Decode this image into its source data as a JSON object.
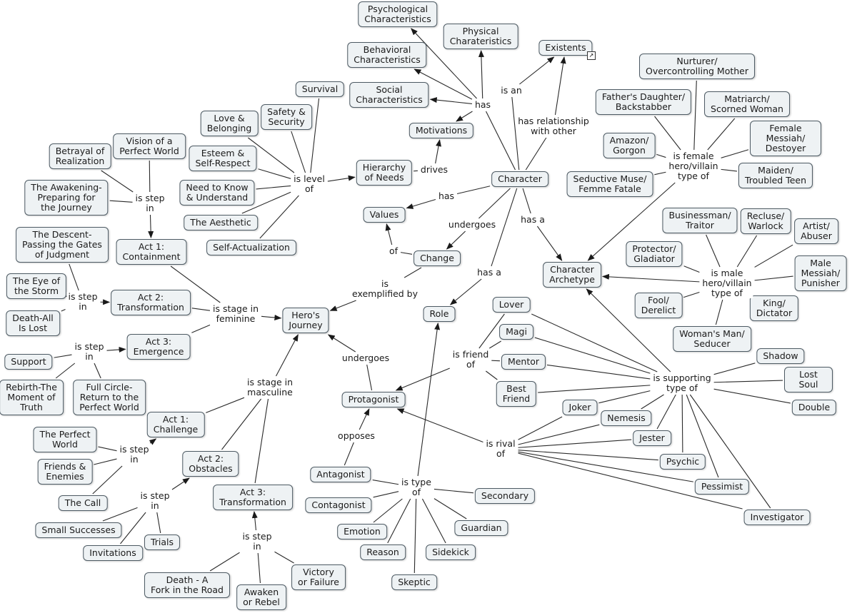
{
  "concepts": [
    {
      "id": "psych",
      "text": "Psychological\nCharacteristics"
    },
    {
      "id": "phys",
      "text": "Physical\nCharateristics"
    },
    {
      "id": "exist",
      "text": "Existents"
    },
    {
      "id": "behav",
      "text": "Behavioral\nCharacteristics"
    },
    {
      "id": "social",
      "text": "Social\nCharacteristics"
    },
    {
      "id": "motiv",
      "text": "Motivations"
    },
    {
      "id": "surv",
      "text": "Survival"
    },
    {
      "id": "love",
      "text": "Love &\nBelonging"
    },
    {
      "id": "safety",
      "text": "Safety &\nSecurity"
    },
    {
      "id": "esteem",
      "text": "Esteem &\nSelf-Respect"
    },
    {
      "id": "need",
      "text": "Need to Know\n& Understand"
    },
    {
      "id": "aesth",
      "text": "The Aesthetic"
    },
    {
      "id": "selfact",
      "text": "Self-Actualization"
    },
    {
      "id": "hier",
      "text": "Hierarchy\nof Needs"
    },
    {
      "id": "char",
      "text": "Character"
    },
    {
      "id": "values",
      "text": "Values"
    },
    {
      "id": "change",
      "text": "Change"
    },
    {
      "id": "role",
      "text": "Role"
    },
    {
      "id": "archetype",
      "text": "Character\nArchetype"
    },
    {
      "id": "nurturer",
      "text": "Nurturer/\nOvercontrolling Mother"
    },
    {
      "id": "fdaughter",
      "text": "Father's Daughter/\nBackstabber"
    },
    {
      "id": "matriarch",
      "text": "Matriarch/\nScorned Woman"
    },
    {
      "id": "amazon",
      "text": "Amazon/\nGorgon"
    },
    {
      "id": "fmessiah",
      "text": "Female Messiah/\nDestoyer"
    },
    {
      "id": "seductive",
      "text": "Seductive Muse/\nFemme Fatale"
    },
    {
      "id": "maiden",
      "text": "Maiden/\nTroubled Teen"
    },
    {
      "id": "business",
      "text": "Businessman/\nTraitor"
    },
    {
      "id": "recluse",
      "text": "Recluse/\nWarlock"
    },
    {
      "id": "artist",
      "text": "Artist/\nAbuser"
    },
    {
      "id": "protector",
      "text": "Protector/\nGladiator"
    },
    {
      "id": "mmessiah",
      "text": "Male Messiah/\nPunisher"
    },
    {
      "id": "fool",
      "text": "Fool/\nDerelict"
    },
    {
      "id": "king",
      "text": "King/\nDictator"
    },
    {
      "id": "womansman",
      "text": "Woman's Man/\nSeducer"
    },
    {
      "id": "vision",
      "text": "Vision of a\nPerfect World"
    },
    {
      "id": "betrayal",
      "text": "Betrayal of\nRealization"
    },
    {
      "id": "awakening",
      "text": "The Awakening-\nPreparing for\nthe Journey"
    },
    {
      "id": "act1c",
      "text": "Act 1:\nContainment"
    },
    {
      "id": "descent",
      "text": "The Descent-\nPassing the Gates\nof Judgment"
    },
    {
      "id": "eye",
      "text": "The Eye of\nthe Storm"
    },
    {
      "id": "act2t",
      "text": "Act 2:\nTransformation"
    },
    {
      "id": "deathall",
      "text": "Death-All\nIs Lost"
    },
    {
      "id": "act3e",
      "text": "Act 3:\nEmergence"
    },
    {
      "id": "support",
      "text": "Support"
    },
    {
      "id": "rebirth",
      "text": "Rebirth-The\nMoment of\nTruth"
    },
    {
      "id": "fullcircle",
      "text": "Full Circle-\nReturn to the\nPerfect World"
    },
    {
      "id": "hero",
      "text": "Hero's\nJourney"
    },
    {
      "id": "lover",
      "text": "Lover"
    },
    {
      "id": "magi",
      "text": "Magi"
    },
    {
      "id": "mentor",
      "text": "Mentor"
    },
    {
      "id": "bestfriend",
      "text": "Best\nFriend"
    },
    {
      "id": "shadow",
      "text": "Shadow"
    },
    {
      "id": "lostsoul",
      "text": "Lost Soul"
    },
    {
      "id": "double",
      "text": "Double"
    },
    {
      "id": "joker",
      "text": "Joker"
    },
    {
      "id": "nemesis",
      "text": "Nemesis"
    },
    {
      "id": "jester",
      "text": "Jester"
    },
    {
      "id": "psychic",
      "text": "Psychic"
    },
    {
      "id": "pessimist",
      "text": "Pessimist"
    },
    {
      "id": "investigator",
      "text": "Investigator"
    },
    {
      "id": "protag",
      "text": "Protagonist"
    },
    {
      "id": "act1ch",
      "text": "Act 1:\nChallenge"
    },
    {
      "id": "perfworld",
      "text": "The Perfect\nWorld"
    },
    {
      "id": "friends",
      "text": "Friends &\nEnemies"
    },
    {
      "id": "call",
      "text": "The Call"
    },
    {
      "id": "act2o",
      "text": "Act 2:\nObstacles"
    },
    {
      "id": "act3t",
      "text": "Act 3:\nTransformation"
    },
    {
      "id": "smallsucc",
      "text": "Small Successes"
    },
    {
      "id": "invitations",
      "text": "Invitations"
    },
    {
      "id": "trials",
      "text": "Trials"
    },
    {
      "id": "deathfork",
      "text": "Death - A\nFork in the Road"
    },
    {
      "id": "awaken",
      "text": "Awaken\nor Rebel"
    },
    {
      "id": "victory",
      "text": "Victory\nor Failure"
    },
    {
      "id": "antag",
      "text": "Antagonist"
    },
    {
      "id": "contag",
      "text": "Contagonist"
    },
    {
      "id": "emotion",
      "text": "Emotion"
    },
    {
      "id": "reason",
      "text": "Reason"
    },
    {
      "id": "skeptic",
      "text": "Skeptic"
    },
    {
      "id": "sidekick",
      "text": "Sidekick"
    },
    {
      "id": "guardian",
      "text": "Guardian"
    },
    {
      "id": "secondary",
      "text": "Secondary"
    }
  ],
  "linking_phrases": [
    {
      "id": "has1",
      "text": "has"
    },
    {
      "id": "isan",
      "text": "is an"
    },
    {
      "id": "hasrel",
      "text": "has relationship\nwith other"
    },
    {
      "id": "islevel",
      "text": "is level\nof"
    },
    {
      "id": "drives",
      "text": "drives"
    },
    {
      "id": "has2",
      "text": "has"
    },
    {
      "id": "undergoes1",
      "text": "undergoes"
    },
    {
      "id": "hasa1",
      "text": "has a"
    },
    {
      "id": "of1",
      "text": "of"
    },
    {
      "id": "exemplified",
      "text": "is\nexemplified by"
    },
    {
      "id": "hasa2",
      "text": "has a"
    },
    {
      "id": "femtype",
      "text": "is female\nhero/villain\ntype of"
    },
    {
      "id": "maletype",
      "text": "is male\nhero/villain\ntype of"
    },
    {
      "id": "stepin1",
      "text": "is step\nin"
    },
    {
      "id": "stepin2",
      "text": "is step\nin"
    },
    {
      "id": "stepin3",
      "text": "is step\nin"
    },
    {
      "id": "stagefem",
      "text": "is stage in\nfeminine"
    },
    {
      "id": "undergoes2",
      "text": "undergoes"
    },
    {
      "id": "friendof",
      "text": "is friend\nof"
    },
    {
      "id": "suppof",
      "text": "is supporting\ntype of"
    },
    {
      "id": "rivalof",
      "text": "is rival\nof"
    },
    {
      "id": "stagemasc",
      "text": "is stage in\nmasculine"
    },
    {
      "id": "stepin4",
      "text": "is step\nin"
    },
    {
      "id": "stepin5",
      "text": "is step\nin"
    },
    {
      "id": "stepin6",
      "text": "is step\nin"
    },
    {
      "id": "opposes",
      "text": "opposes"
    },
    {
      "id": "typeof",
      "text": "is type\nof"
    }
  ],
  "links": [
    [
      "char",
      "has1"
    ],
    [
      "has1",
      "psych",
      1
    ],
    [
      "has1",
      "phys",
      1
    ],
    [
      "has1",
      "behav",
      1
    ],
    [
      "has1",
      "social",
      1
    ],
    [
      "has1",
      "motiv",
      1
    ],
    [
      "char",
      "isan"
    ],
    [
      "isan",
      "exist",
      1
    ],
    [
      "char",
      "hasrel"
    ],
    [
      "hasrel",
      "exist",
      1
    ],
    [
      "surv",
      "islevel"
    ],
    [
      "love",
      "islevel"
    ],
    [
      "safety",
      "islevel"
    ],
    [
      "esteem",
      "islevel"
    ],
    [
      "need",
      "islevel"
    ],
    [
      "aesth",
      "islevel"
    ],
    [
      "selfact",
      "islevel"
    ],
    [
      "islevel",
      "hier",
      1
    ],
    [
      "hier",
      "drives"
    ],
    [
      "drives",
      "motiv",
      1
    ],
    [
      "char",
      "has2"
    ],
    [
      "has2",
      "values",
      1
    ],
    [
      "char",
      "undergoes1"
    ],
    [
      "undergoes1",
      "change",
      1
    ],
    [
      "char",
      "hasa1"
    ],
    [
      "hasa1",
      "archetype",
      1
    ],
    [
      "change",
      "of1"
    ],
    [
      "of1",
      "values",
      1
    ],
    [
      "change",
      "exemplified"
    ],
    [
      "exemplified",
      "hero",
      1
    ],
    [
      "char",
      "hasa2"
    ],
    [
      "hasa2",
      "role",
      1
    ],
    [
      "nurturer",
      "femtype"
    ],
    [
      "fdaughter",
      "femtype"
    ],
    [
      "matriarch",
      "femtype"
    ],
    [
      "amazon",
      "femtype"
    ],
    [
      "fmessiah",
      "femtype"
    ],
    [
      "seductive",
      "femtype"
    ],
    [
      "maiden",
      "femtype"
    ],
    [
      "femtype",
      "archetype",
      1
    ],
    [
      "business",
      "maletype"
    ],
    [
      "recluse",
      "maletype"
    ],
    [
      "artist",
      "maletype"
    ],
    [
      "protector",
      "maletype"
    ],
    [
      "mmessiah",
      "maletype"
    ],
    [
      "fool",
      "maletype"
    ],
    [
      "king",
      "maletype"
    ],
    [
      "womansman",
      "maletype"
    ],
    [
      "maletype",
      "archetype",
      1
    ],
    [
      "vision",
      "stepin1"
    ],
    [
      "betrayal",
      "stepin1"
    ],
    [
      "awakening",
      "stepin1"
    ],
    [
      "stepin1",
      "act1c",
      1
    ],
    [
      "descent",
      "stepin2"
    ],
    [
      "eye",
      "stepin2"
    ],
    [
      "deathall",
      "stepin2"
    ],
    [
      "stepin2",
      "act2t",
      1
    ],
    [
      "support",
      "stepin3"
    ],
    [
      "rebirth",
      "stepin3"
    ],
    [
      "fullcircle",
      "stepin3"
    ],
    [
      "stepin3",
      "act3e",
      1
    ],
    [
      "act1c",
      "stagefem"
    ],
    [
      "act2t",
      "stagefem"
    ],
    [
      "act3e",
      "stagefem"
    ],
    [
      "stagefem",
      "hero",
      1
    ],
    [
      "protag",
      "undergoes2"
    ],
    [
      "undergoes2",
      "hero",
      1
    ],
    [
      "lover",
      "friendof"
    ],
    [
      "magi",
      "friendof"
    ],
    [
      "mentor",
      "friendof"
    ],
    [
      "bestfriend",
      "friendof"
    ],
    [
      "friendof",
      "protag",
      1
    ],
    [
      "lover",
      "suppof"
    ],
    [
      "magi",
      "suppof"
    ],
    [
      "mentor",
      "suppof"
    ],
    [
      "bestfriend",
      "suppof"
    ],
    [
      "shadow",
      "suppof"
    ],
    [
      "lostsoul",
      "suppof"
    ],
    [
      "double",
      "suppof"
    ],
    [
      "joker",
      "suppof"
    ],
    [
      "nemesis",
      "suppof"
    ],
    [
      "jester",
      "suppof"
    ],
    [
      "psychic",
      "suppof"
    ],
    [
      "pessimist",
      "suppof"
    ],
    [
      "investigator",
      "suppof"
    ],
    [
      "suppof",
      "archetype",
      1
    ],
    [
      "joker",
      "rivalof"
    ],
    [
      "nemesis",
      "rivalof"
    ],
    [
      "jester",
      "rivalof"
    ],
    [
      "psychic",
      "rivalof"
    ],
    [
      "pessimist",
      "rivalof"
    ],
    [
      "investigator",
      "rivalof"
    ],
    [
      "rivalof",
      "protag",
      1
    ],
    [
      "act1ch",
      "stagemasc"
    ],
    [
      "act2o",
      "stagemasc"
    ],
    [
      "act3t",
      "stagemasc"
    ],
    [
      "stagemasc",
      "hero",
      1
    ],
    [
      "perfworld",
      "stepin4"
    ],
    [
      "friends",
      "stepin4"
    ],
    [
      "call",
      "stepin4"
    ],
    [
      "stepin4",
      "act1ch",
      1
    ],
    [
      "smallsucc",
      "stepin5"
    ],
    [
      "invitations",
      "stepin5"
    ],
    [
      "trials",
      "stepin5"
    ],
    [
      "stepin5",
      "act2o",
      1
    ],
    [
      "deathfork",
      "stepin6"
    ],
    [
      "awaken",
      "stepin6"
    ],
    [
      "victory",
      "stepin6"
    ],
    [
      "stepin6",
      "act3t",
      1
    ],
    [
      "antag",
      "opposes"
    ],
    [
      "opposes",
      "protag",
      1
    ],
    [
      "antag",
      "typeof"
    ],
    [
      "contag",
      "typeof"
    ],
    [
      "emotion",
      "typeof"
    ],
    [
      "reason",
      "typeof"
    ],
    [
      "skeptic",
      "typeof"
    ],
    [
      "sidekick",
      "typeof"
    ],
    [
      "guardian",
      "typeof"
    ],
    [
      "secondary",
      "typeof"
    ],
    [
      "typeof",
      "role",
      1
    ]
  ],
  "shortcut_glyph": "↗",
  "colors": {
    "node_fill": "#eef2f4",
    "node_border": "#4d5a63",
    "line": "#2a2a2a"
  }
}
